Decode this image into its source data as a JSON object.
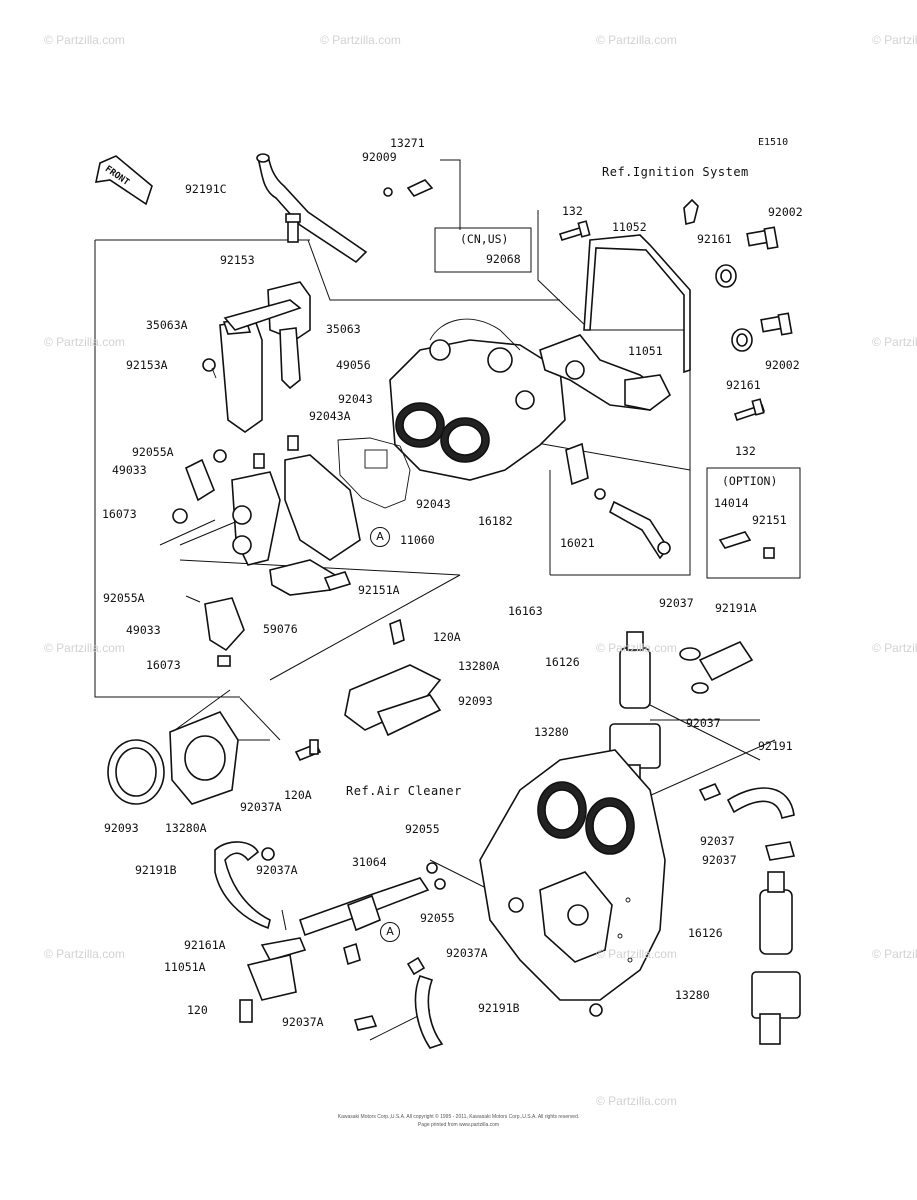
{
  "watermark": "© Partzilla.com",
  "diagram_code": "E1510",
  "front_label": "FRONT",
  "refs": {
    "ignition": "Ref.Ignition System",
    "air_cleaner": "Ref.Air Cleaner"
  },
  "boxes": {
    "cn_us": "(CN,US)",
    "option": "(OPTION)"
  },
  "callouts": {
    "a1": "A",
    "a2": "A"
  },
  "part_labels": {
    "p13271": "13271",
    "p92009": "92009",
    "p92191C": "92191C",
    "p92068": "92068",
    "p132_top": "132",
    "p11052": "11052",
    "p92161_top": "92161",
    "p92002_top": "92002",
    "p92153": "92153",
    "p35063A": "35063A",
    "p35063": "35063",
    "p92153A": "92153A",
    "p49056": "49056",
    "p92043_a": "92043",
    "p92043A": "92043A",
    "p11051": "11051",
    "p92002_mid": "92002",
    "p92161_mid": "92161",
    "p132_mid": "132",
    "p92055A_top": "92055A",
    "p49033_top": "49033",
    "p16073_top": "16073",
    "p92043_b": "92043",
    "p11060": "11060",
    "p16182": "16182",
    "p16021": "16021",
    "p14014": "14014",
    "p92151": "92151",
    "p92151A": "92151A",
    "p92055A_mid": "92055A",
    "p59076": "59076",
    "p16163": "16163",
    "p49033_mid": "49033",
    "p120A_top": "120A",
    "p92037_a": "92037",
    "p92191A": "92191A",
    "p16073_mid": "16073",
    "p13280A_top": "13280A",
    "p16126_top": "16126",
    "p92093_top": "92093",
    "p92037_b": "92037",
    "p13280_top": "13280",
    "p92191": "92191",
    "p120A_mid": "120A",
    "p92093_bot": "92093",
    "p13280A_bot": "13280A",
    "p92037A_a": "92037A",
    "p92055_a": "92055",
    "p92037_c": "92037",
    "p92191B_a": "92191B",
    "p92037A_b": "92037A",
    "p31064": "31064",
    "p92037_d": "92037",
    "p92055_b": "92055",
    "p92161A": "92161A",
    "p92037A_c": "92037A",
    "p16126_bot": "16126",
    "p11051A": "11051A",
    "p13280_bot": "13280",
    "p120": "120",
    "p92037A_d": "92037A",
    "p92191B_b": "92191B"
  },
  "footer": {
    "line1": "Kawasaki Motors Corp.,U.S.A. All copyright © 1995 - 2011, Kawasaki Motors Corp.,U.S.A. All rights reserved.",
    "line2": "Page printed from www.partzilla.com"
  }
}
